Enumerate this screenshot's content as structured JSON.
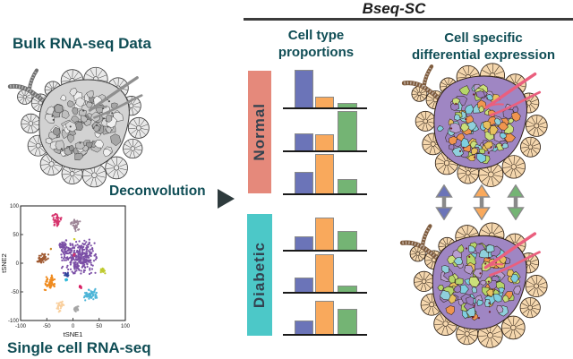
{
  "title": "Bseq-SC",
  "left_panel": {
    "bulk_label": "Bulk RNA-seq Data",
    "deconvolution_label": "Deconvolution",
    "single_cell_label": "Single cell RNA-seq"
  },
  "middle_panel": {
    "header": "Cell type\nproportions",
    "groups": [
      {
        "label": "Normal",
        "color": "#e5897b"
      },
      {
        "label": "Diabetic",
        "color": "#4cc8c8"
      }
    ]
  },
  "right_panel": {
    "header": "Cell specific\ndifferential expression",
    "arrow_colors": [
      "#6b74b8",
      "#f9a95c",
      "#74b474"
    ]
  },
  "colors": {
    "header_teal": "#0f4d55",
    "divider": "#3b3b3b",
    "bar_blue": "#6b74b8",
    "bar_orange": "#f9a95c",
    "bar_green": "#74b474",
    "bar_outline": "#8a8a8a",
    "arrow_shaft_gray": "#8a8a8a",
    "islet_colored": {
      "acinar": "#f5d7ae",
      "outline": "#2e2014",
      "blob": "#9f86c3",
      "cells": [
        "#9b7fc0",
        "#7ecfe0",
        "#b5d56a",
        "#f0954f",
        "#b79ed0",
        "#8fd0dc",
        "#cbe07a",
        "#e8c15f"
      ],
      "vessel": "#ea5f7e",
      "duct": "#7d5a3c",
      "dots": "#6e1f2d"
    },
    "islet_gray": {
      "acinar": "#e9e9e9",
      "outline": "#3c3c3c",
      "blob": "#d2d2d2",
      "cells": [
        "#dcdcdc",
        "#bfbfbf",
        "#a6a6a6",
        "#f0f0f0",
        "#c9c9c9",
        "#b0b0b0",
        "#e3e3e3",
        "#989898"
      ],
      "vessel": "#8f8f8f",
      "duct": "#6f6f6f",
      "dots": "#4a4a4a"
    }
  },
  "chart_data": [
    {
      "type": "bar",
      "group_label": "Normal",
      "series": [
        "blue cell type",
        "orange cell type",
        "green cell type"
      ],
      "series_colors": [
        "#6b74b8",
        "#f9a95c",
        "#74b474"
      ],
      "ylim": [
        0,
        1
      ],
      "samples": [
        {
          "values": [
            0.93,
            0.27,
            0.11
          ]
        },
        {
          "values": [
            0.42,
            0.4,
            0.98
          ]
        },
        {
          "values": [
            0.53,
            0.98,
            0.36
          ]
        }
      ]
    },
    {
      "type": "bar",
      "group_label": "Diabetic",
      "series": [
        "blue cell type",
        "orange cell type",
        "green cell type"
      ],
      "series_colors": [
        "#6b74b8",
        "#f9a95c",
        "#74b474"
      ],
      "ylim": [
        0,
        1
      ],
      "samples": [
        {
          "values": [
            0.33,
            0.8,
            0.47
          ]
        },
        {
          "values": [
            0.36,
            0.93,
            0.16
          ]
        },
        {
          "values": [
            0.33,
            0.82,
            0.62
          ]
        }
      ]
    },
    {
      "type": "scatter",
      "xlabel": "tSNE1",
      "ylabel": "tSNE2",
      "xlim": [
        -100,
        100
      ],
      "ylim": [
        -100,
        100
      ],
      "xticks": [
        -100,
        -50,
        0,
        50,
        100
      ],
      "yticks": [
        -100,
        -50,
        0,
        50,
        100
      ],
      "clusters": [
        {
          "color": "#7b4fa6",
          "cx": 12,
          "cy": 10,
          "rx": 30,
          "ry": 26,
          "n": 300
        },
        {
          "color": "#7b4fa6",
          "cx": -16,
          "cy": 28,
          "rx": 10,
          "ry": 8,
          "n": 45
        },
        {
          "color": "#d6336c",
          "cx": -30,
          "cy": 74,
          "rx": 9,
          "ry": 10,
          "n": 45
        },
        {
          "color": "#9d8496",
          "cx": 4,
          "cy": 68,
          "rx": 8,
          "ry": 10,
          "n": 40
        },
        {
          "color": "#a05a32",
          "cx": -58,
          "cy": 8,
          "rx": 12,
          "ry": 7,
          "n": 45
        },
        {
          "color": "#ef8b1f",
          "cx": -44,
          "cy": -34,
          "rx": 9,
          "ry": 12,
          "n": 55
        },
        {
          "color": "#30459c",
          "cx": -13,
          "cy": -20,
          "rx": 4,
          "ry": 4,
          "n": 14
        },
        {
          "color": "#2ab7d8",
          "cx": -12,
          "cy": -29,
          "rx": 2,
          "ry": 2,
          "n": 7
        },
        {
          "color": "#d81b60",
          "cx": 14,
          "cy": -42,
          "rx": 3,
          "ry": 3,
          "n": 8
        },
        {
          "color": "#bfca2e",
          "cx": 58,
          "cy": -13,
          "rx": 5,
          "ry": 5,
          "n": 18
        },
        {
          "color": "#4fb6d8",
          "cx": 34,
          "cy": -55,
          "rx": 12,
          "ry": 9,
          "n": 65
        },
        {
          "color": "#f9cf9d",
          "cx": -24,
          "cy": -76,
          "rx": 7,
          "ry": 8,
          "n": 28
        },
        {
          "color": "#a5a5a5",
          "cx": 7,
          "cy": -81,
          "rx": 4,
          "ry": 8,
          "n": 20
        },
        {
          "color": "#c98a2a",
          "cx": -42,
          "cy": 25,
          "rx": 1,
          "ry": 1,
          "n": 2
        },
        {
          "color": "#d0d02a",
          "cx": 3,
          "cy": 42,
          "rx": 1,
          "ry": 1,
          "n": 2
        },
        {
          "color": "#d6336c",
          "cx": 2,
          "cy": 14,
          "rx": 2,
          "ry": 2,
          "n": 4
        }
      ]
    }
  ]
}
